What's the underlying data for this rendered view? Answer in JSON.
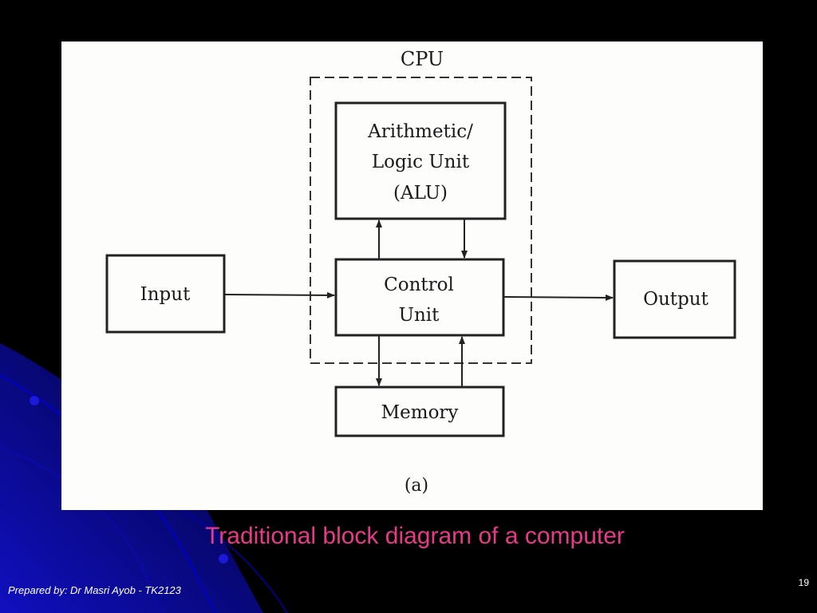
{
  "diagram": {
    "cpu_label": "CPU",
    "alu_label_line1": "Arithmetic/",
    "alu_label_line2": "Logic Unit",
    "alu_label_line3": "(ALU)",
    "control_label_line1": "Control",
    "control_label_line2": "Unit",
    "input_label": "Input",
    "output_label": "Output",
    "memory_label": "Memory",
    "figure_tag": "(a)"
  },
  "caption": "Traditional block diagram of a computer",
  "footer": {
    "credit": "Prepared by: Dr Masri Ayob - TK2123",
    "slide_number": "19"
  },
  "colors": {
    "background": "#000000",
    "decoration": "#0000cc",
    "caption": "#e8398a",
    "footer_text": "#ffffff"
  }
}
